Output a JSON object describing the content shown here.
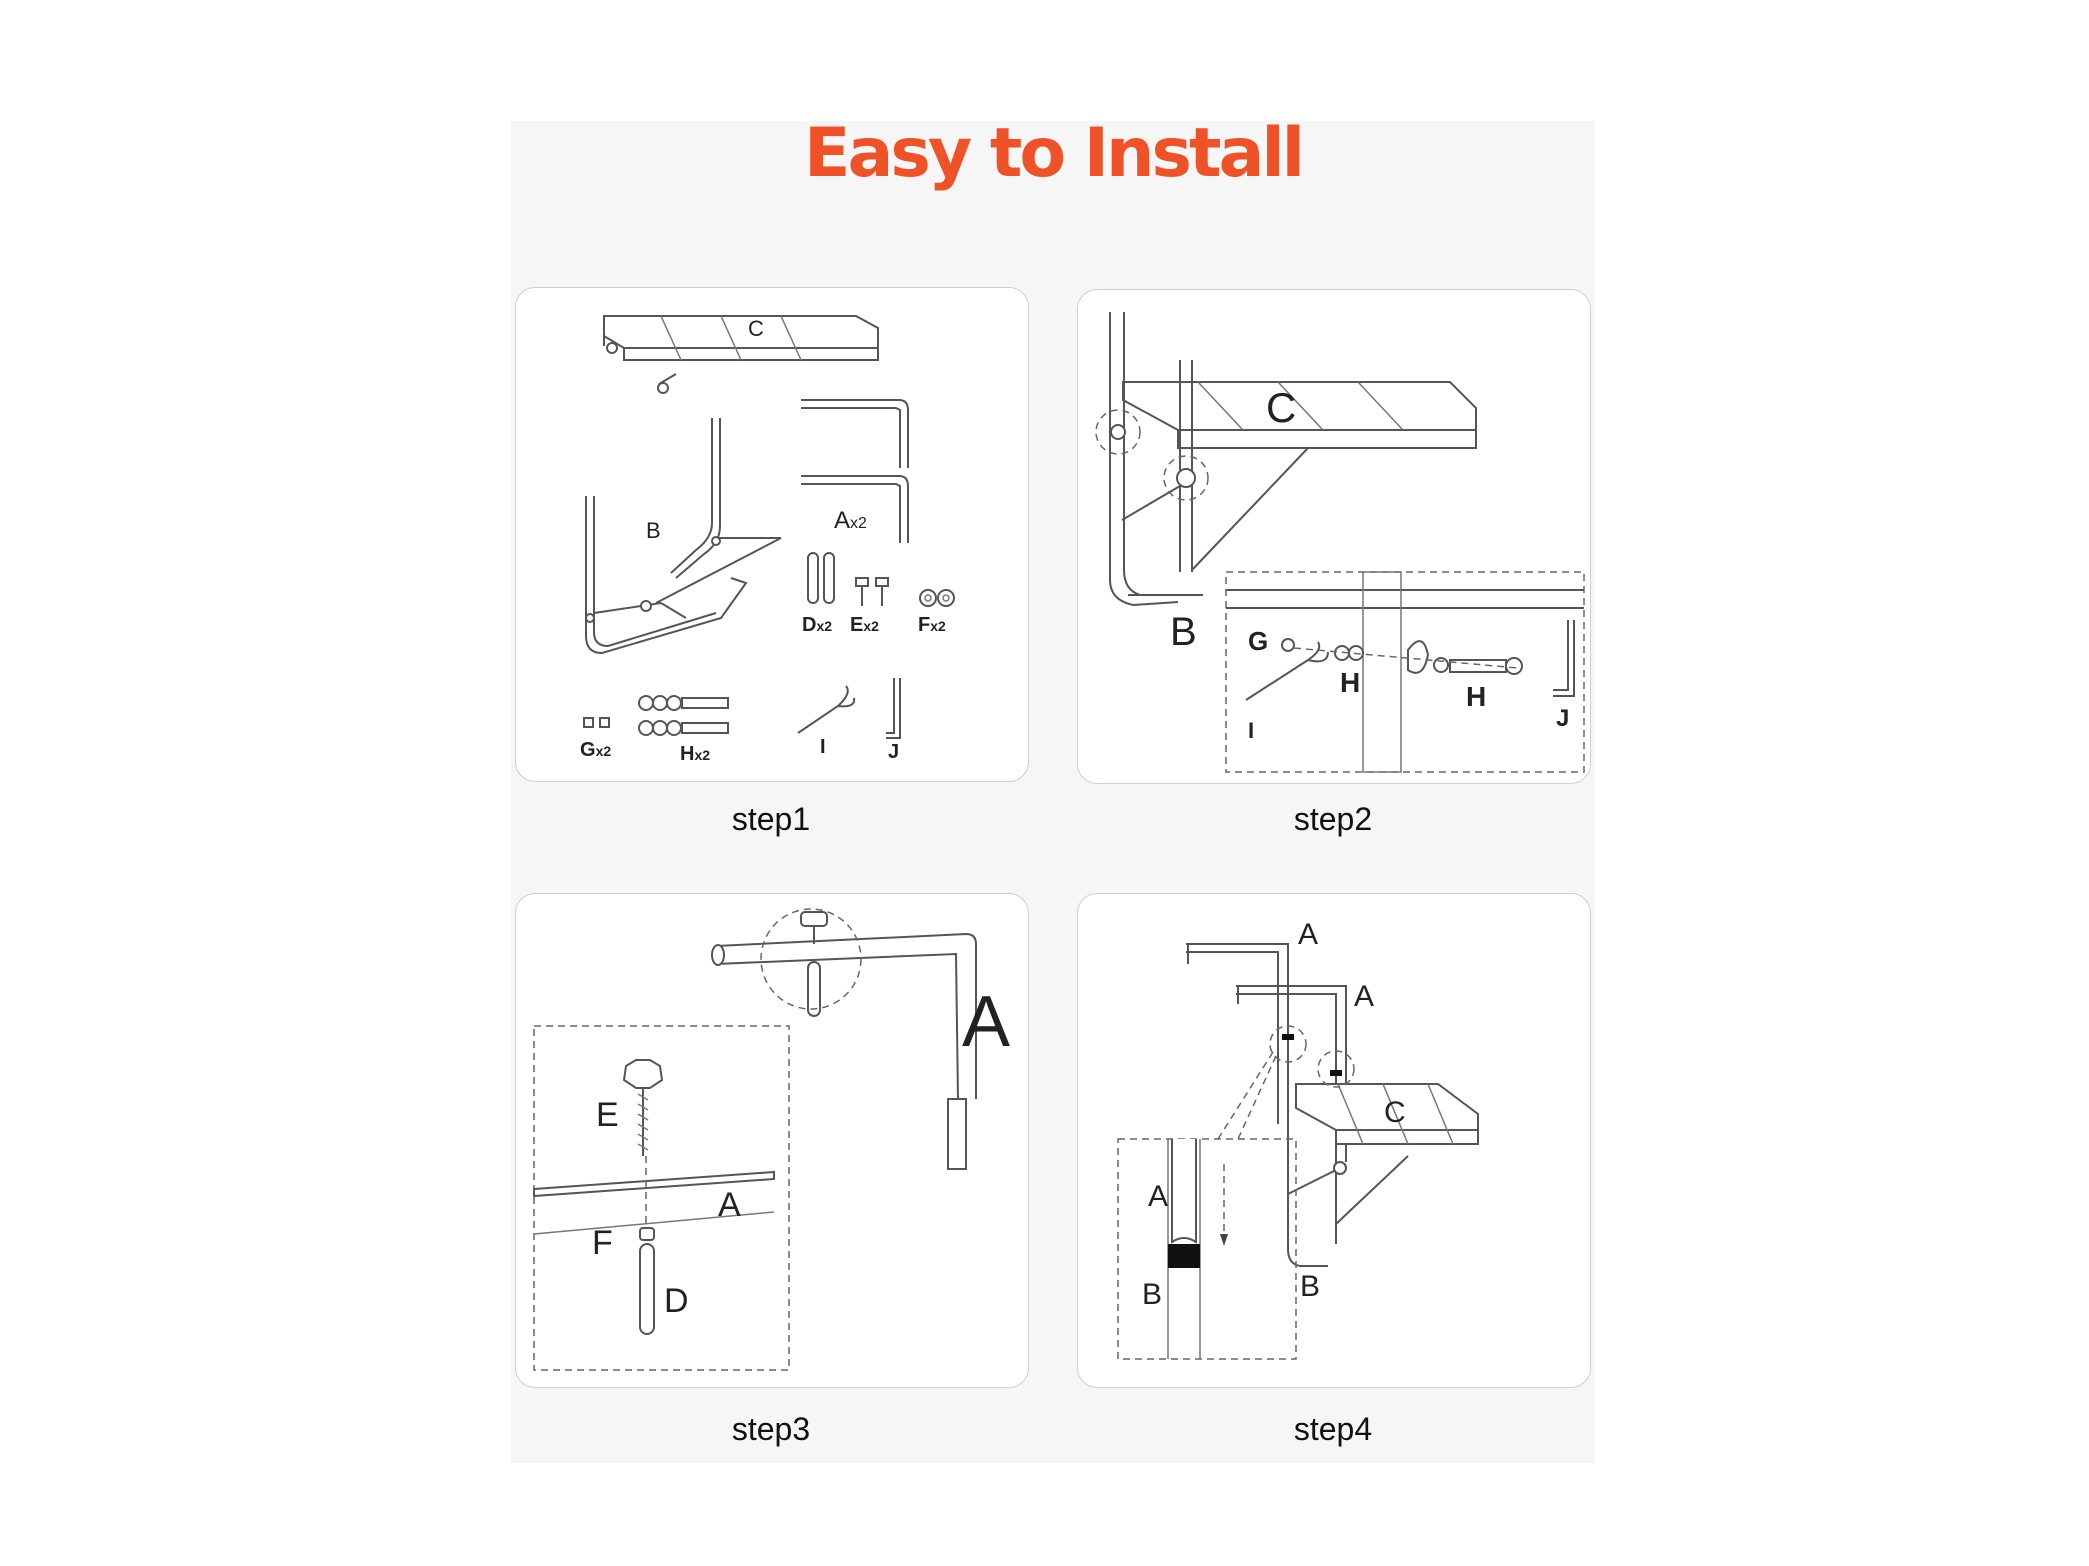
{
  "title": "Easy to Install",
  "steps": [
    {
      "caption": "step1",
      "labels": {
        "c": "C",
        "b": "B",
        "a": "A",
        "a_qty": "x2",
        "d": "D",
        "d_qty": "x2",
        "e": "E",
        "e_qty": "x2",
        "f": "F",
        "f_qty": "x2",
        "g": "G",
        "g_qty": "x2",
        "h": "H",
        "h_qty": "x2",
        "i": "I",
        "j": "J"
      }
    },
    {
      "caption": "step2",
      "labels": {
        "c": "C",
        "b": "B",
        "g": "G",
        "h1": "H",
        "h2": "H",
        "i": "I",
        "j": "J"
      }
    },
    {
      "caption": "step3",
      "labels": {
        "a_big": "A",
        "e": "E",
        "a": "A",
        "f": "F",
        "d": "D"
      }
    },
    {
      "caption": "step4",
      "labels": {
        "a1": "A",
        "a2": "A",
        "c": "C",
        "b": "B",
        "a3": "A",
        "b2": "B"
      }
    }
  ],
  "colors": {
    "title": "#f05228",
    "sheet": "#f6f6f6",
    "panel_border": "#cfcfcf"
  }
}
